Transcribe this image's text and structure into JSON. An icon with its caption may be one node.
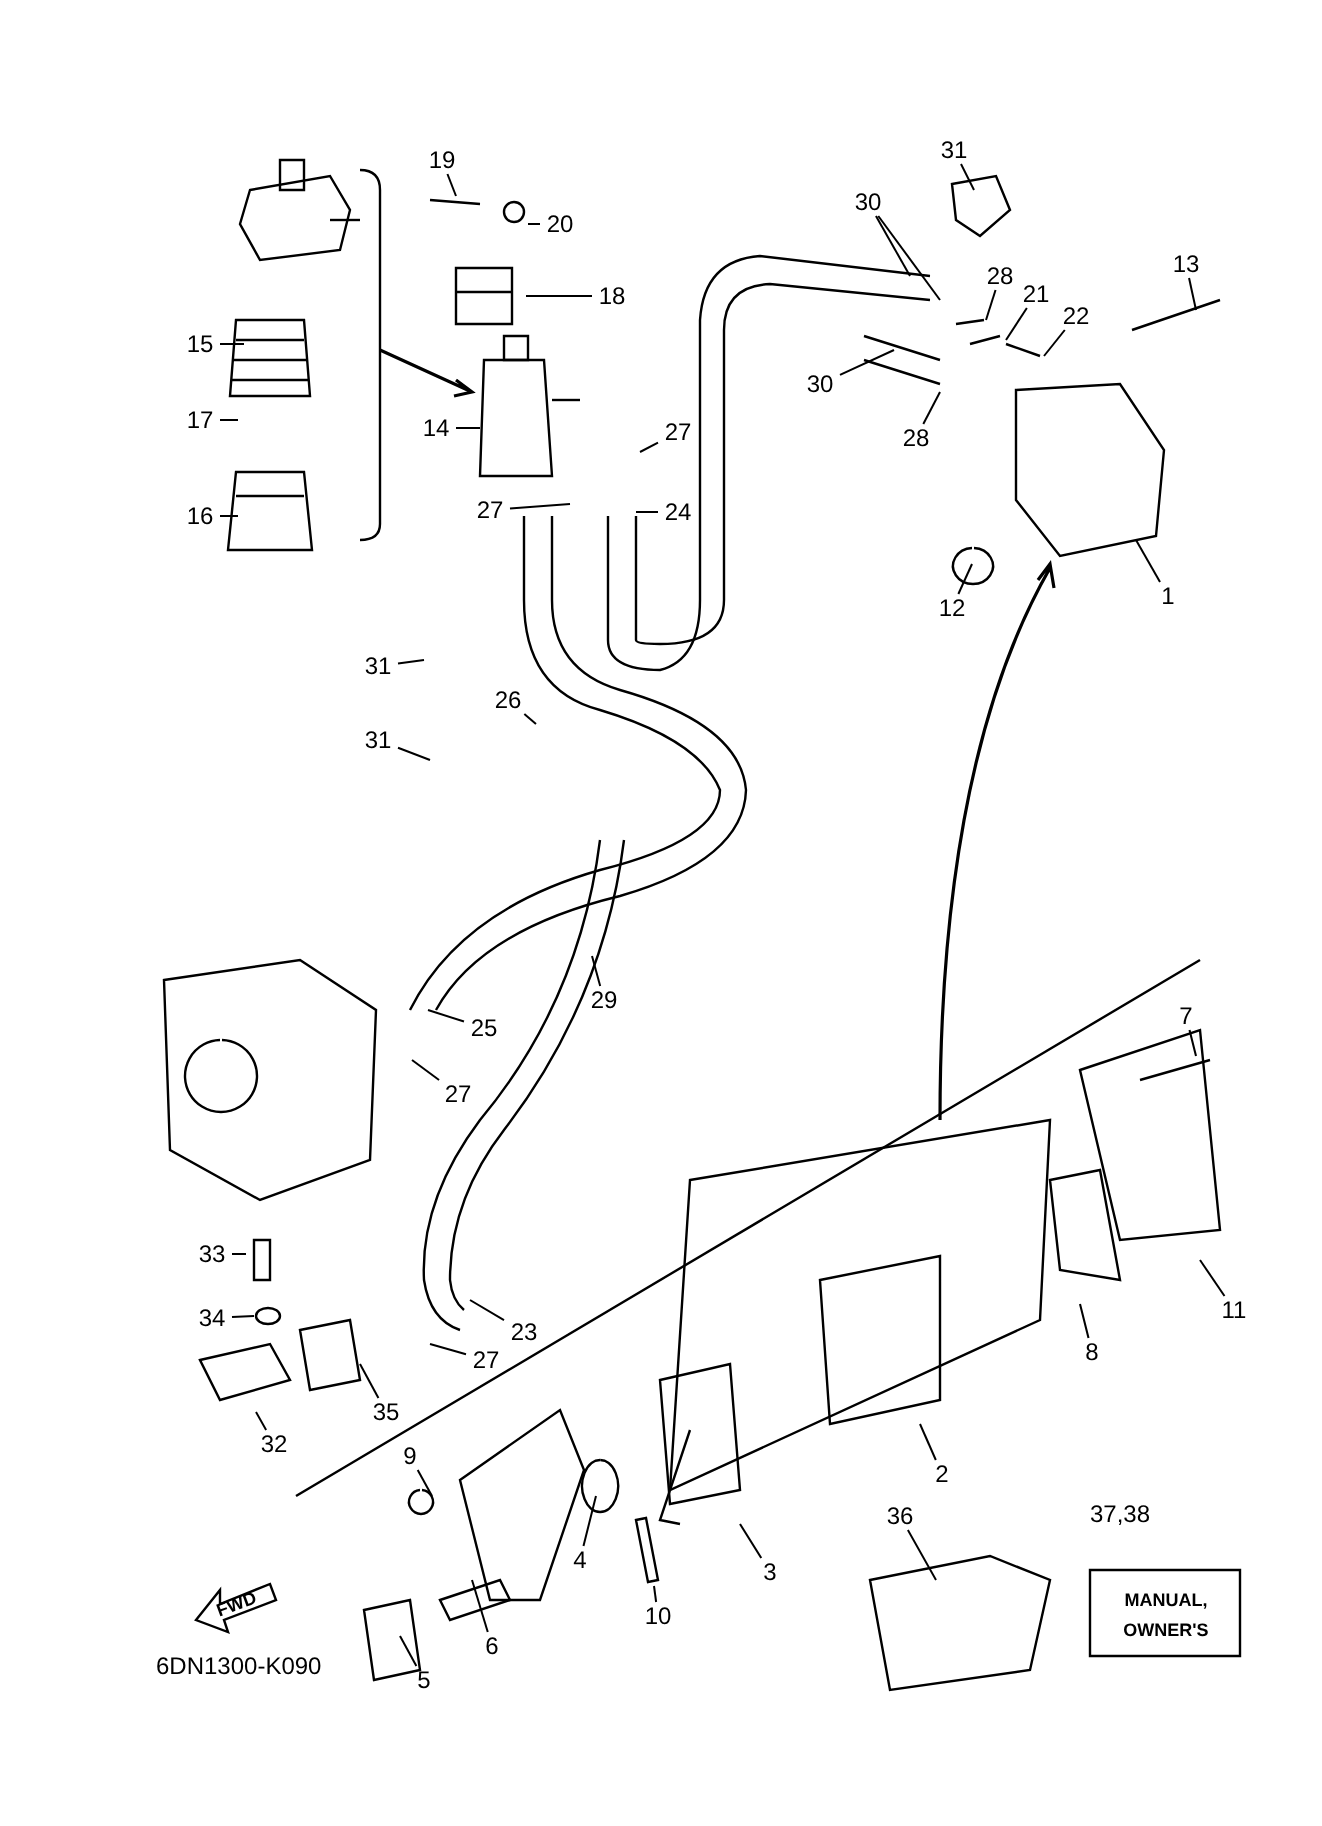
{
  "diagram": {
    "nodes": [
      {
        "text": [
          "31"
        ]
      },
      {
        "text": [
          "19"
        ]
      },
      {
        "text": [
          "30"
        ]
      },
      {
        "text": [
          "20"
        ]
      },
      {
        "text": [
          "13"
        ]
      },
      {
        "text": [
          "28"
        ]
      },
      {
        "text": [
          "21"
        ]
      },
      {
        "text": [
          "18"
        ]
      },
      {
        "text": [
          "22"
        ]
      },
      {
        "text": [
          "15"
        ]
      },
      {
        "text": [
          "30"
        ]
      },
      {
        "text": [
          "17"
        ]
      },
      {
        "text": [
          "14"
        ]
      },
      {
        "text": [
          "27"
        ]
      },
      {
        "text": [
          "28"
        ]
      },
      {
        "text": [
          "27"
        ]
      },
      {
        "text": [
          "24"
        ]
      },
      {
        "text": [
          "16"
        ]
      },
      {
        "text": [
          "1"
        ]
      },
      {
        "text": [
          "12"
        ]
      },
      {
        "text": [
          "31"
        ]
      },
      {
        "text": [
          "26"
        ]
      },
      {
        "text": [
          "31"
        ]
      },
      {
        "text": [
          "29"
        ]
      },
      {
        "text": [
          "7"
        ]
      },
      {
        "text": [
          "25"
        ]
      },
      {
        "text": [
          "27"
        ]
      },
      {
        "text": [
          "33"
        ]
      },
      {
        "text": [
          "11"
        ]
      },
      {
        "text": [
          "34"
        ]
      },
      {
        "text": [
          "23"
        ]
      },
      {
        "text": [
          "8"
        ]
      },
      {
        "text": [
          "27"
        ]
      },
      {
        "text": [
          "35"
        ]
      },
      {
        "text": [
          "32"
        ]
      },
      {
        "text": [
          "9"
        ]
      },
      {
        "text": [
          "2"
        ]
      },
      {
        "text": [
          "36"
        ]
      },
      {
        "text": [
          "4"
        ]
      },
      {
        "text": [
          "3"
        ]
      },
      {
        "text": [
          "10"
        ]
      },
      {
        "text": [
          "6"
        ]
      },
      {
        "text": [
          "5"
        ]
      }
    ],
    "edges": [
      {
        "from": 0,
        "to": null,
        "arrow": "none"
      },
      {
        "from": 1,
        "to": null,
        "arrow": "none"
      },
      {
        "from": 2,
        "to": null,
        "arrow": "none"
      },
      {
        "from": 2,
        "to": null,
        "arrow": "none"
      },
      {
        "from": 3,
        "to": null,
        "arrow": "none"
      },
      {
        "from": 4,
        "to": null,
        "arrow": "none"
      },
      {
        "from": 5,
        "to": null,
        "arrow": "none"
      },
      {
        "from": 6,
        "to": null,
        "arrow": "none"
      },
      {
        "from": 7,
        "to": null,
        "arrow": "none"
      },
      {
        "from": 8,
        "to": null,
        "arrow": "none"
      },
      {
        "from": 9,
        "to": null,
        "arrow": "none"
      },
      {
        "from": 10,
        "to": null,
        "arrow": "none"
      },
      {
        "from": 11,
        "to": null,
        "arrow": "none"
      },
      {
        "from": 12,
        "to": null,
        "arrow": "none"
      },
      {
        "from": 13,
        "to": null,
        "arrow": "none"
      },
      {
        "from": 14,
        "to": null,
        "arrow": "none"
      },
      {
        "from": 15,
        "to": null,
        "arrow": "none"
      },
      {
        "from": 16,
        "to": null,
        "arrow": "none"
      },
      {
        "from": 17,
        "to": null,
        "arrow": "none"
      },
      {
        "from": 18,
        "to": null,
        "arrow": "none"
      },
      {
        "from": 19,
        "to": null,
        "arrow": "none"
      },
      {
        "from": 20,
        "to": null,
        "arrow": "none"
      },
      {
        "from": 21,
        "to": null,
        "arrow": "none"
      },
      {
        "from": 22,
        "to": null,
        "arrow": "none"
      },
      {
        "from": 23,
        "to": null,
        "arrow": "none"
      },
      {
        "from": 24,
        "to": null,
        "arrow": "none"
      },
      {
        "from": 25,
        "to": null,
        "arrow": "none"
      },
      {
        "from": 26,
        "to": null,
        "arrow": "none"
      },
      {
        "from": 27,
        "to": null,
        "arrow": "none"
      },
      {
        "from": 28,
        "to": null,
        "arrow": "none"
      },
      {
        "from": 29,
        "to": null,
        "arrow": "none"
      },
      {
        "from": 30,
        "to": null,
        "arrow": "none"
      },
      {
        "from": 31,
        "to": null,
        "arrow": "none"
      },
      {
        "from": 32,
        "to": null,
        "arrow": "none"
      },
      {
        "from": 33,
        "to": null,
        "arrow": "none"
      },
      {
        "from": 34,
        "to": null,
        "arrow": "none"
      },
      {
        "from": 35,
        "to": null,
        "arrow": "none"
      },
      {
        "from": 36,
        "to": null,
        "arrow": "none"
      },
      {
        "from": 37,
        "to": null,
        "arrow": "none"
      },
      {
        "from": 38,
        "to": null,
        "arrow": "none"
      },
      {
        "from": 39,
        "to": null,
        "arrow": "none"
      },
      {
        "from": 40,
        "to": null,
        "arrow": "none"
      },
      {
        "from": 41,
        "to": null,
        "arrow": "none"
      },
      {
        "from": 42,
        "to": null,
        "arrow": "none"
      }
    ],
    "labels": [
      "37,38",
      "MANUAL, OWNER'S",
      "FWD",
      "6DN1300-K090"
    ]
  }
}
